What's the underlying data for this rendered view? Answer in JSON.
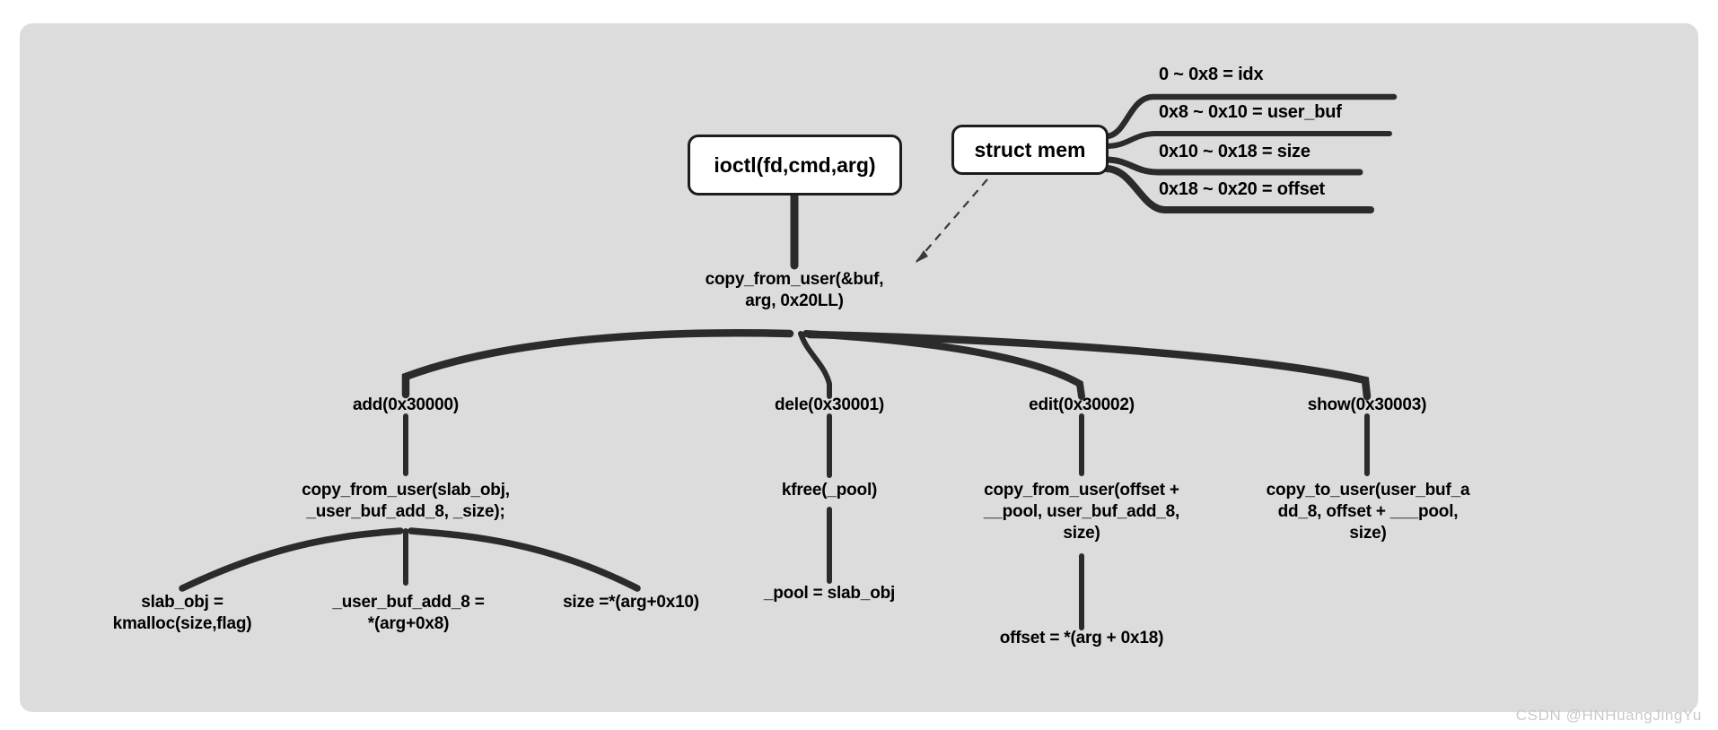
{
  "diagram": {
    "title_nodes": {
      "ioctl": "ioctl(fd,cmd,arg)",
      "struct_mem": "struct mem"
    },
    "struct_fields": [
      "0 ~ 0x8 = idx",
      "0x8 ~ 0x10 = user_buf",
      "0x10 ~ 0x18 = size",
      "0x18 ~ 0x20 = offset"
    ],
    "root_call": "copy_from_user(&buf,\narg, 0x20LL)",
    "branches": [
      {
        "cmd": "add(0x30000)",
        "body": "copy_from_user(slab_obj,\n_user_buf_add_8, _size);",
        "leaves": [
          "slab_obj =\nkmalloc(size,flag)",
          "_user_buf_add_8 =\n*(arg+0x8)",
          "size =*(arg+0x10)"
        ]
      },
      {
        "cmd": "dele(0x30001)",
        "body": "kfree(_pool)",
        "leaves": [
          "_pool = slab_obj"
        ]
      },
      {
        "cmd": "edit(0x30002)",
        "body": "copy_from_user(offset +\n__pool, user_buf_add_8,\nsize)",
        "leaves": [
          "offset = *(arg + 0x18)"
        ]
      },
      {
        "cmd": "show(0x30003)",
        "body": "copy_to_user(user_buf_a\ndd_8, offset + ___pool,\nsize)",
        "leaves": []
      }
    ],
    "watermark": "CSDN @HNHuangJingYu",
    "colors": {
      "board_bg": "#dcdcdc",
      "edge": "#2b2b2b",
      "node_border": "#1c1c1c",
      "node_fill": "#ffffff",
      "text": "#000000",
      "watermark": "#c9c9c9"
    }
  }
}
